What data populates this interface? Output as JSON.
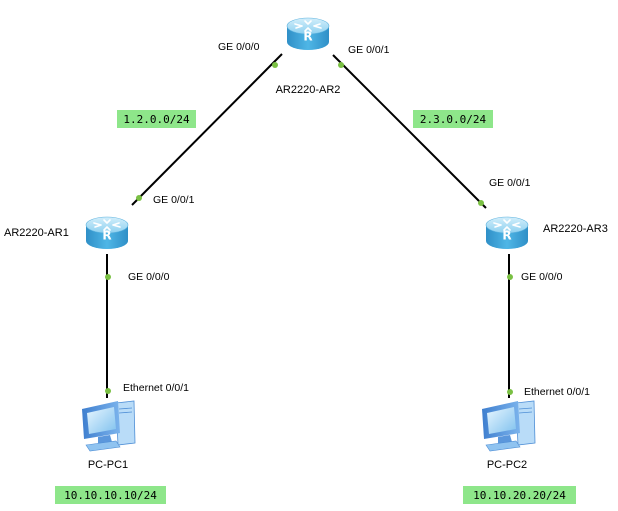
{
  "colors": {
    "link": "#000000",
    "port_dot": "#7ac043",
    "subnet_fill": "#8ee68a",
    "router_body": "#3aa2d8",
    "router_top": "#a6dcf4",
    "pc_blue": "#4a8fd9"
  },
  "devices": {
    "ar1": {
      "name": "AR2220-AR1",
      "icon": "router-icon"
    },
    "ar2": {
      "name": "AR2220-AR2",
      "icon": "router-icon"
    },
    "ar3": {
      "name": "AR2220-AR3",
      "icon": "router-icon"
    },
    "pc1": {
      "name": "PC-PC1",
      "icon": "pc-icon"
    },
    "pc2": {
      "name": "PC-PC2",
      "icon": "pc-icon"
    }
  },
  "ports": {
    "ar2_ge000": "GE 0/0/0",
    "ar2_ge001": "GE 0/0/1",
    "ar1_ge001": "GE 0/0/1",
    "ar1_ge000": "GE 0/0/0",
    "ar3_ge001": "GE 0/0/1",
    "ar3_ge000": "GE 0/0/0",
    "pc1_eth": "Ethernet 0/0/1",
    "pc2_eth": "Ethernet 0/0/1"
  },
  "subnets": {
    "ar1_ar2": "1.2.0.0/24",
    "ar2_ar3": "2.3.0.0/24",
    "pc1": "10.10.10.10/24",
    "pc2": "10.10.20.20/24"
  }
}
